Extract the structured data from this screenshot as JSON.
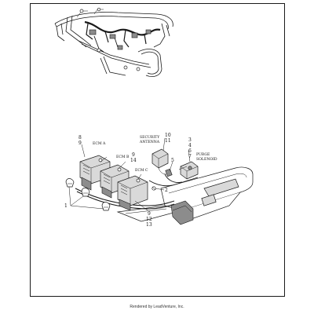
{
  "callouts": {
    "c1": "1",
    "c2": "2",
    "c3": "3",
    "c4": "4",
    "c5": "5",
    "c6": "6",
    "c7": "7",
    "c8": "8",
    "c9a": "9",
    "c9b": "9",
    "c9c": "9",
    "c10": "10",
    "c11": "11",
    "c12": "12",
    "c13": "13",
    "c14": "14"
  },
  "labels": {
    "ecm_a": "ECM A",
    "ecm_b": "ECM B",
    "ecm_c": "ECM C",
    "security_line1": "SECURITY",
    "security_line2": "ANTENNA",
    "purge_line1": "PURGE",
    "purge_line2": "SOLENOID"
  },
  "footer": {
    "text": "Rendered by LeadVenture, Inc."
  }
}
